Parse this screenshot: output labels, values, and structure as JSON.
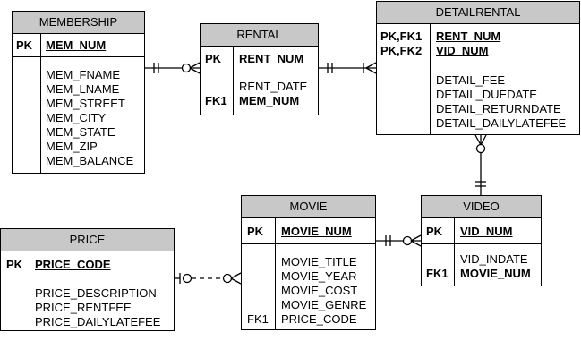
{
  "entities": {
    "membership": {
      "title": "MEMBERSHIP",
      "key_label": "PK",
      "key_field": "MEM_NUM",
      "attributes": [
        "MEM_FNAME",
        "MEM_LNAME",
        "MEM_STREET",
        "MEM_CITY",
        "MEM_STATE",
        "MEM_ZIP",
        "MEM_BALANCE"
      ]
    },
    "rental": {
      "title": "RENTAL",
      "key_label": "PK",
      "key_field": "RENT_NUM",
      "attributes": [
        "RENT_DATE"
      ],
      "fk_label": "FK1",
      "fk_field": "MEM_NUM"
    },
    "detailrental": {
      "title": "DETAILRENTAL",
      "key_labels": [
        "PK,FK1",
        "PK,FK2"
      ],
      "key_fields": [
        "RENT_NUM",
        "VID_NUM"
      ],
      "attributes": [
        "DETAIL_FEE",
        "DETAIL_DUEDATE",
        "DETAIL_RETURNDATE",
        "DETAIL_DAILYLATEFEE"
      ]
    },
    "movie": {
      "title": "MOVIE",
      "key_label": "PK",
      "key_field": "MOVIE_NUM",
      "attributes": [
        "MOVIE_TITLE",
        "MOVIE_YEAR",
        "MOVIE_COST",
        "MOVIE_GENRE",
        "PRICE_CODE"
      ],
      "fk_label": "FK1"
    },
    "video": {
      "title": "VIDEO",
      "key_label": "PK",
      "key_field": "VID_NUM",
      "attributes": [
        "VID_INDATE"
      ],
      "fk_label": "FK1",
      "fk_field": "MOVIE_NUM"
    },
    "price": {
      "title": "PRICE",
      "key_label": "PK",
      "key_field": "PRICE_CODE",
      "attributes": [
        "PRICE_DESCRIPTION",
        "PRICE_RENTFEE",
        "PRICE_DAILYLATEFEE"
      ]
    }
  },
  "relationships": [
    {
      "from": "MEMBERSHIP",
      "to": "RENTAL",
      "from_end": "exactly-one",
      "to_end": "zero-or-many",
      "line": "solid"
    },
    {
      "from": "RENTAL",
      "to": "DETAILRENTAL",
      "from_end": "exactly-one",
      "to_end": "one-or-many",
      "line": "solid"
    },
    {
      "from": "DETAILRENTAL",
      "to": "VIDEO",
      "from_end": "zero-or-many",
      "to_end": "exactly-one",
      "line": "solid"
    },
    {
      "from": "MOVIE",
      "to": "VIDEO",
      "from_end": "exactly-one",
      "to_end": "zero-or-many",
      "line": "solid"
    },
    {
      "from": "PRICE",
      "to": "MOVIE",
      "from_end": "zero-or-one",
      "to_end": "zero-or-many",
      "line": "dashed"
    }
  ]
}
